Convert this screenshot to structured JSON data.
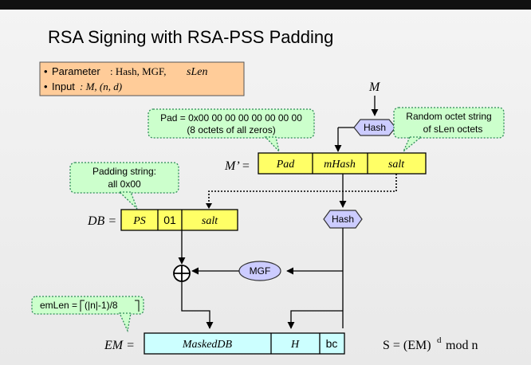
{
  "title": "RSA Signing with RSA-PSS Padding",
  "params_box": {
    "parameter_label": "Parameter",
    "parameter_value": ": Hash, MGF,",
    "parameter_italic": "sLen",
    "input_label": "Input",
    "input_value": ": M, (n, d)"
  },
  "labels": {
    "M": "M",
    "m_prime": "M’ =",
    "db": "DB =",
    "em": "EM ="
  },
  "m_prime_row": [
    "Pad",
    "mHash",
    "salt"
  ],
  "db_row": [
    "PS",
    "01",
    "salt"
  ],
  "em_row": [
    "MaskedDB",
    "H",
    "bc"
  ],
  "ops": {
    "hash_top": "Hash",
    "hash_mid": "Hash",
    "mgf": "MGF",
    "xor": "⊕"
  },
  "callouts": {
    "pad_line1": "Pad = 0x00 00 00 00 00 00 00 00",
    "pad_line2": "(8 octets of all zeros)",
    "random_line1": "Random octet string",
    "random_line2": "of sLen octets",
    "padding_line1": "Padding string:",
    "padding_line2": "all 0x00",
    "emlen_text": "emLen =",
    "emlen_expr": "(|n|-1)/8"
  },
  "signature": {
    "left": "S = (EM)",
    "exp": "d",
    "right": "mod n"
  },
  "colors": {
    "yellow_box": "#ffff66",
    "cyan_box": "#ccffff",
    "hash_node": "#ccccff",
    "callout": "#ccffcc",
    "params_box": "#ffcc99"
  }
}
